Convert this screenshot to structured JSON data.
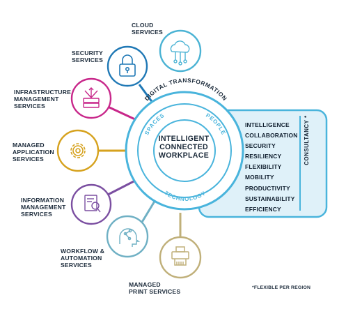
{
  "services": [
    {
      "id": "cloud",
      "lines": [
        "CLOUD",
        "SERVICES"
      ],
      "icon": "cloud-network-icon",
      "color": "#4bb3d4"
    },
    {
      "id": "security",
      "lines": [
        "SECURITY",
        "SERVICES"
      ],
      "icon": "padlock-icon",
      "color": "#1f78b5"
    },
    {
      "id": "infrastructure",
      "lines": [
        "INFRASTRUCTURE",
        "MANAGEMENT",
        "SERVICES"
      ],
      "icon": "server-arrows-icon",
      "color": "#c8278a"
    },
    {
      "id": "application",
      "lines": [
        "MANAGED",
        "APPLICATION",
        "SERVICES"
      ],
      "icon": "gear-icon",
      "color": "#d6a21e"
    },
    {
      "id": "information",
      "lines": [
        "INFORMATION",
        "MANAGEMENT",
        "SERVICES"
      ],
      "icon": "document-search-icon",
      "color": "#7b4fa1"
    },
    {
      "id": "workflow",
      "lines": [
        "WORKFLOW &",
        "AUTOMATION",
        "SERVICES"
      ],
      "icon": "circuit-head-icon",
      "color": "#6fb0c4"
    },
    {
      "id": "print",
      "lines": [
        "MANAGED",
        "PRINT SERVICES"
      ],
      "icon": "printer-icon",
      "color": "#c0b07a"
    }
  ],
  "hub": {
    "outer_ring_text": "DIGITAL TRANSFORMATION",
    "spaces": "SPACES",
    "people": "PEOPLE",
    "technology": "TECHNOLOGY",
    "center_lines": [
      "INTELLIGENT",
      "CONNECTED",
      "WORKPLACE"
    ]
  },
  "benefits": [
    "INTELLIGENCE",
    "COLLABORATION",
    "SECURITY",
    "RESILIENCY",
    "FLEXIBILITY",
    "MOBILITY",
    "PRODUCTIVITY",
    "SUSTAINABILITY",
    "EFFICIENCY"
  ],
  "consultancy_label": "CONSULTANCY *",
  "footnote": "*FLEXIBLE PER REGION",
  "colors": {
    "accent_blue": "#49b4dc",
    "panel_fill": "#dff1f9",
    "text": "#1b2a3a"
  }
}
